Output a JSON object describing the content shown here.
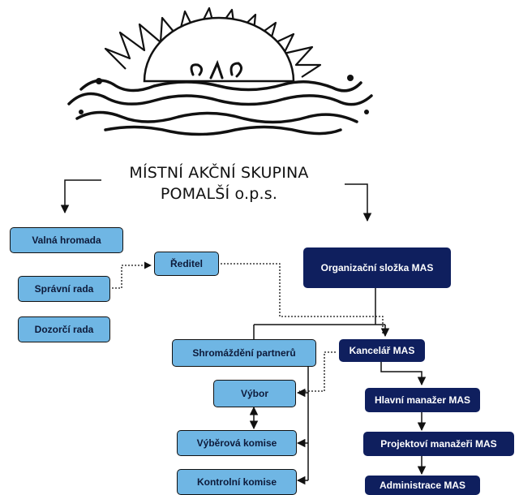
{
  "title": {
    "line1": "MÍSTNÍ AKČNÍ SKUPINA",
    "line2": "POMALŠÍ o.p.s."
  },
  "boxes": {
    "valna_hromada": "Valná hromada",
    "spravni_rada": "Správní rada",
    "dozorci_rada": "Dozorčí rada",
    "reditel": "Ředitel",
    "organizacni_slozka": "Organizační složka MAS",
    "shromazdeni_partneru": "Shromáždění partnerů",
    "kancelar": "Kancelář MAS",
    "vybor": "Výbor",
    "vyberova_komise": "Výběrová komise",
    "kontrolni_komise": "Kontrolní komise",
    "hlavni_manazer": "Hlavní manažer MAS",
    "projektovi_manazeri": "Projektoví manažeři MAS",
    "administrace": "Administrace MAS"
  },
  "colors": {
    "light_box": "#6fb6e4",
    "dark_box": "#0f1f5e",
    "line": "#111111"
  },
  "logo": {
    "icon": "sun-over-waves-logo"
  }
}
